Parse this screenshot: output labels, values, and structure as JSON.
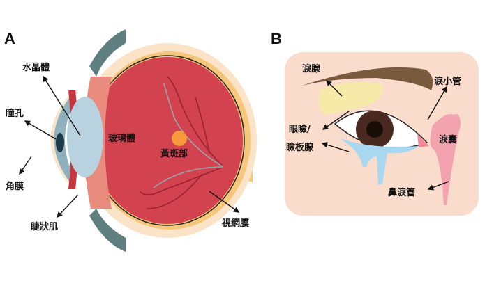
{
  "panels": {
    "a": {
      "letter": "A",
      "labels": {
        "lens": "水晶體",
        "pupil": "瞳孔",
        "cornea": "角膜",
        "ciliary_muscle": "睫狀肌",
        "vitreous": "玻璃體",
        "macula": "黃斑部",
        "retina": "視網膜"
      }
    },
    "b": {
      "letter": "B",
      "labels": {
        "lacrimal_gland": "淚腺",
        "canaliculus": "淚小管",
        "eyelid": "眼瞼/",
        "meibomian_gland": "瞼板腺",
        "lacrimal_sac": "淚囊",
        "nasolacrimal_duct": "鼻淚管"
      }
    }
  },
  "colors": {
    "vitreous": "#d2434f",
    "sclera": "#fbe3c8",
    "lens": "#b9d2df",
    "skin": "#f9dccb",
    "tear": "#a8d8f0",
    "duct": "#f3a3b0"
  }
}
